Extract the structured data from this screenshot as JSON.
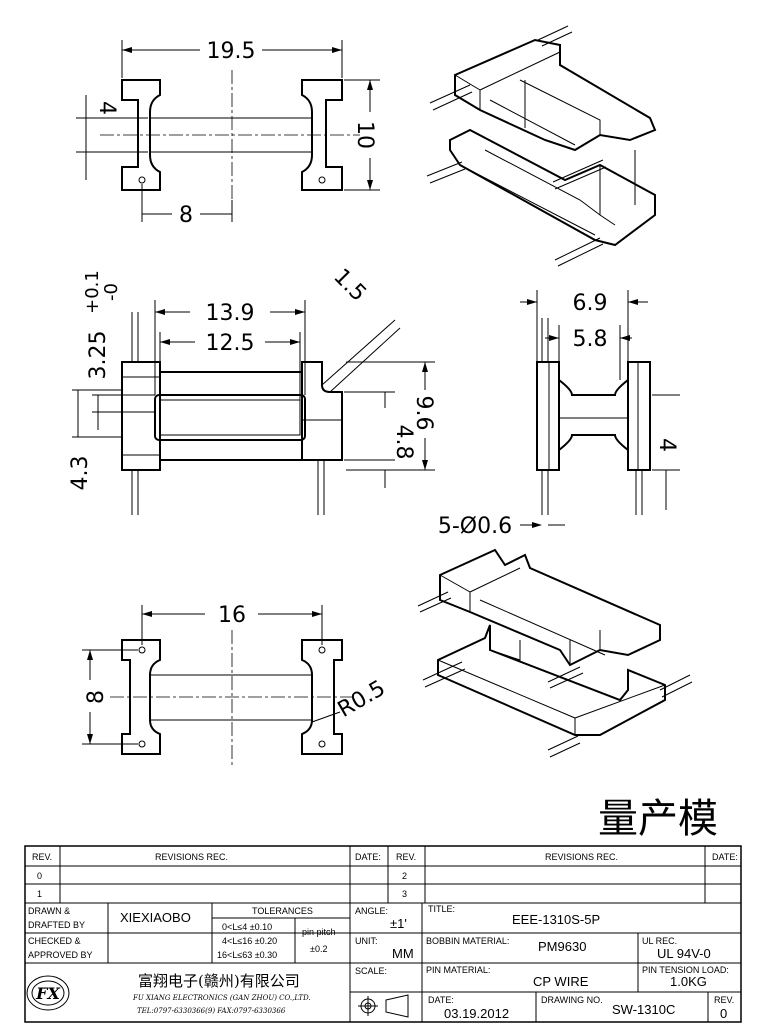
{
  "drawing": {
    "top_view": {
      "width_dim": "19.5",
      "gap_dim": "4",
      "height_dim": "10",
      "pin_dim": "8"
    },
    "front_view": {
      "chamfer_dim": "1.5",
      "outer_dim": "13.9",
      "inner_dim": "12.5",
      "thickness_dim": "3.25",
      "tol_plus": "+0.1",
      "tol_minus": "-0",
      "left_dim": "4.3",
      "core_dim": "4.8",
      "height_dim": "9.6"
    },
    "side_view": {
      "outer_dim": "6.9",
      "inner_dim": "5.8",
      "right_dim": "4",
      "pin_dim": "5-Ø0.6"
    },
    "bottom_view": {
      "width_dim": "16",
      "height_dim": "8",
      "radius_dim": "R0.5"
    },
    "stamp": "量产模"
  },
  "title_block": {
    "rev_header": "REV.",
    "revisions_header": "REVISIONS   REC.",
    "date_header": "DATE:",
    "rev_rows_left": [
      "0",
      "1"
    ],
    "rev_rows_right": [
      "2",
      "3"
    ],
    "drawn_label": "DRAWN  &",
    "drafted_label": "DRAFTED  BY",
    "drafter": "XIEXIAOBO",
    "checked_label": "CHECKED  &",
    "approved_label": "APPROVED  BY",
    "tolerances_label": "TOLERANCES",
    "tol_rows": [
      "0<L≤4   ±0.10",
      "4<L≤16  ±0.20",
      "16<L≤63  ±0.30"
    ],
    "pin_pitch_label": "pin  pitch",
    "pin_pitch_value": "±0.2",
    "angle_label": "ANGLE:",
    "angle_value": "±1'",
    "unit_label": "UNIT:",
    "unit_value": "MM",
    "scale_label": "SCALE:",
    "title_label": "TITLE:",
    "title_value": "EEE-1310S-5P",
    "bobbin_label": "BOBBIN  MATERIAL:",
    "bobbin_value": "PM9630",
    "ul_label": "UL  REC.",
    "ul_value": "UL  94V-0",
    "pin_material_label": "PIN  MATERIAL:",
    "pin_material_value": "CP  WIRE",
    "pin_tension_label": "PIN  TENSION  LOAD:",
    "pin_tension_value": "1.0KG",
    "date_label": "DATE:",
    "date_value": "03.19.2012",
    "drawing_no_label": "DRAWING  NO.",
    "drawing_no_value": "SW-1310C",
    "rev_label": "REV.",
    "rev_value": "0",
    "company_cn": "富翔电子(赣州)有限公司",
    "company_en": "FU  XIANG  ELECTRONICS  (GAN  ZHOU)  CO.,LTD.",
    "company_tel": "TEL:0797-6330366(9)    FAX:0797-6330366",
    "logo_text": "FX"
  }
}
